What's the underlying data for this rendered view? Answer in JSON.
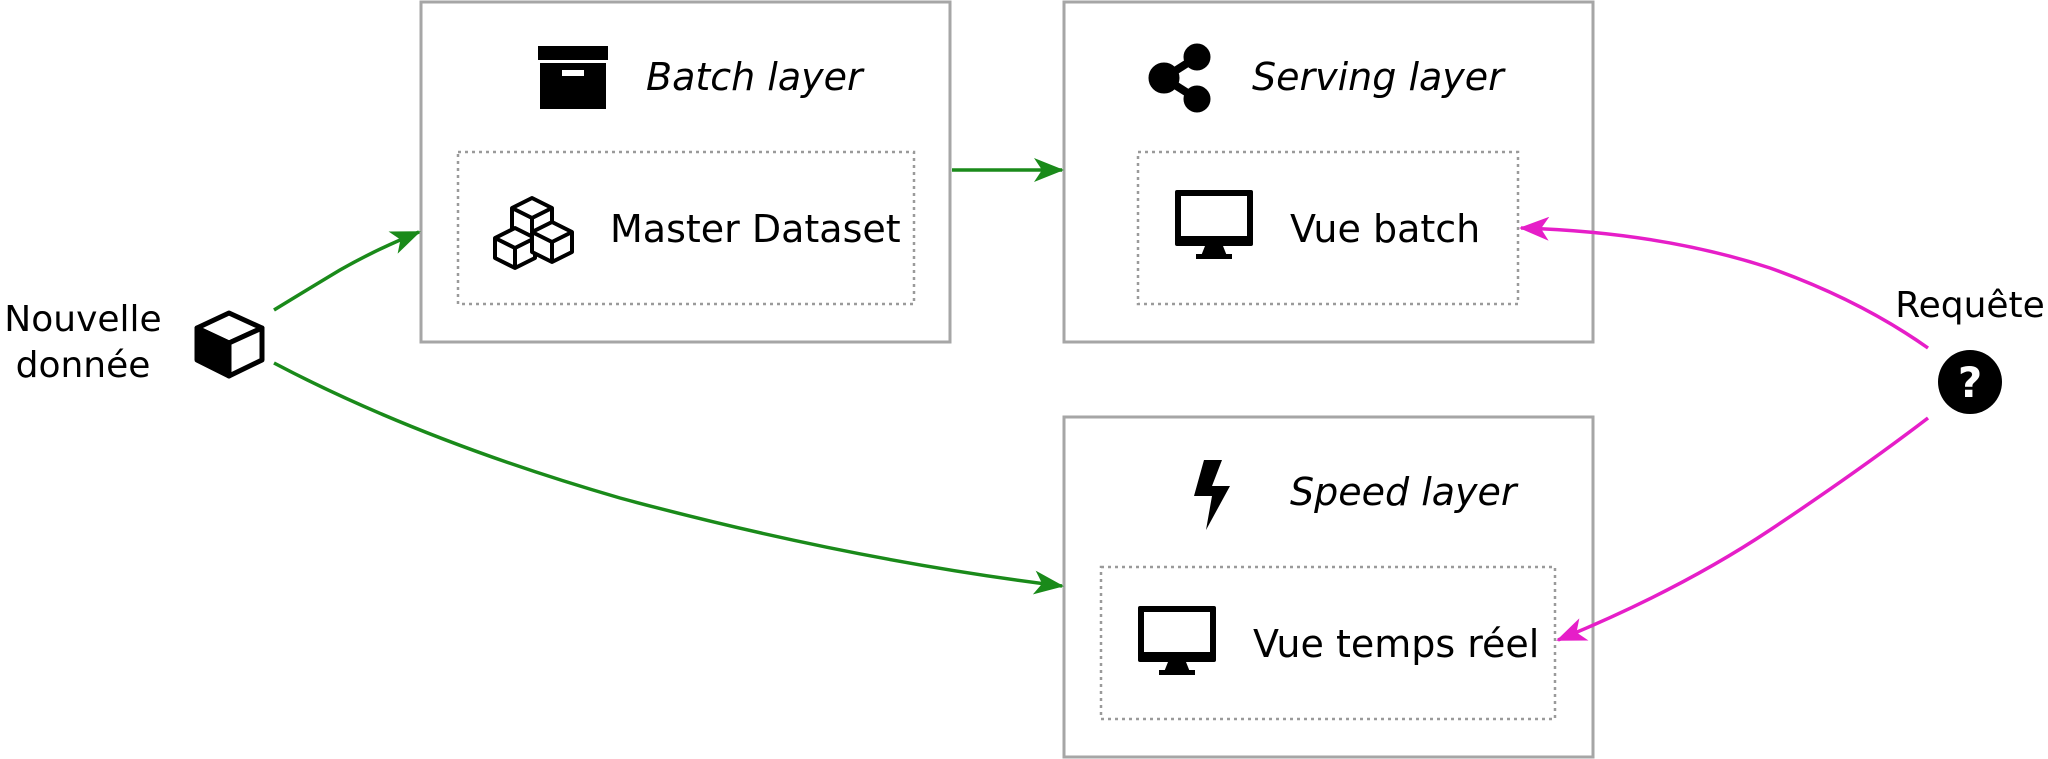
{
  "input": {
    "label_line1": "Nouvelle",
    "label_line2": "donnée",
    "icon": "cube-icon"
  },
  "batch_layer": {
    "title": "Batch layer",
    "icon": "archive-box-icon",
    "inner_label": "Master Dataset",
    "inner_icon": "cubes-icon"
  },
  "serving_layer": {
    "title": "Serving layer",
    "icon": "share-icon",
    "inner_label": "Vue batch",
    "inner_icon": "monitor-icon"
  },
  "speed_layer": {
    "title": "Speed layer",
    "icon": "lightning-bolt-icon",
    "inner_label": "Vue temps réel",
    "inner_icon": "monitor-icon"
  },
  "query": {
    "label": "Requête",
    "icon": "question-circle-icon"
  },
  "colors": {
    "data_flow": "#1a8a1a",
    "query_flow": "#e61ec8",
    "box_border": "#a6a6a6",
    "inner_border": "#9a9a9a"
  }
}
